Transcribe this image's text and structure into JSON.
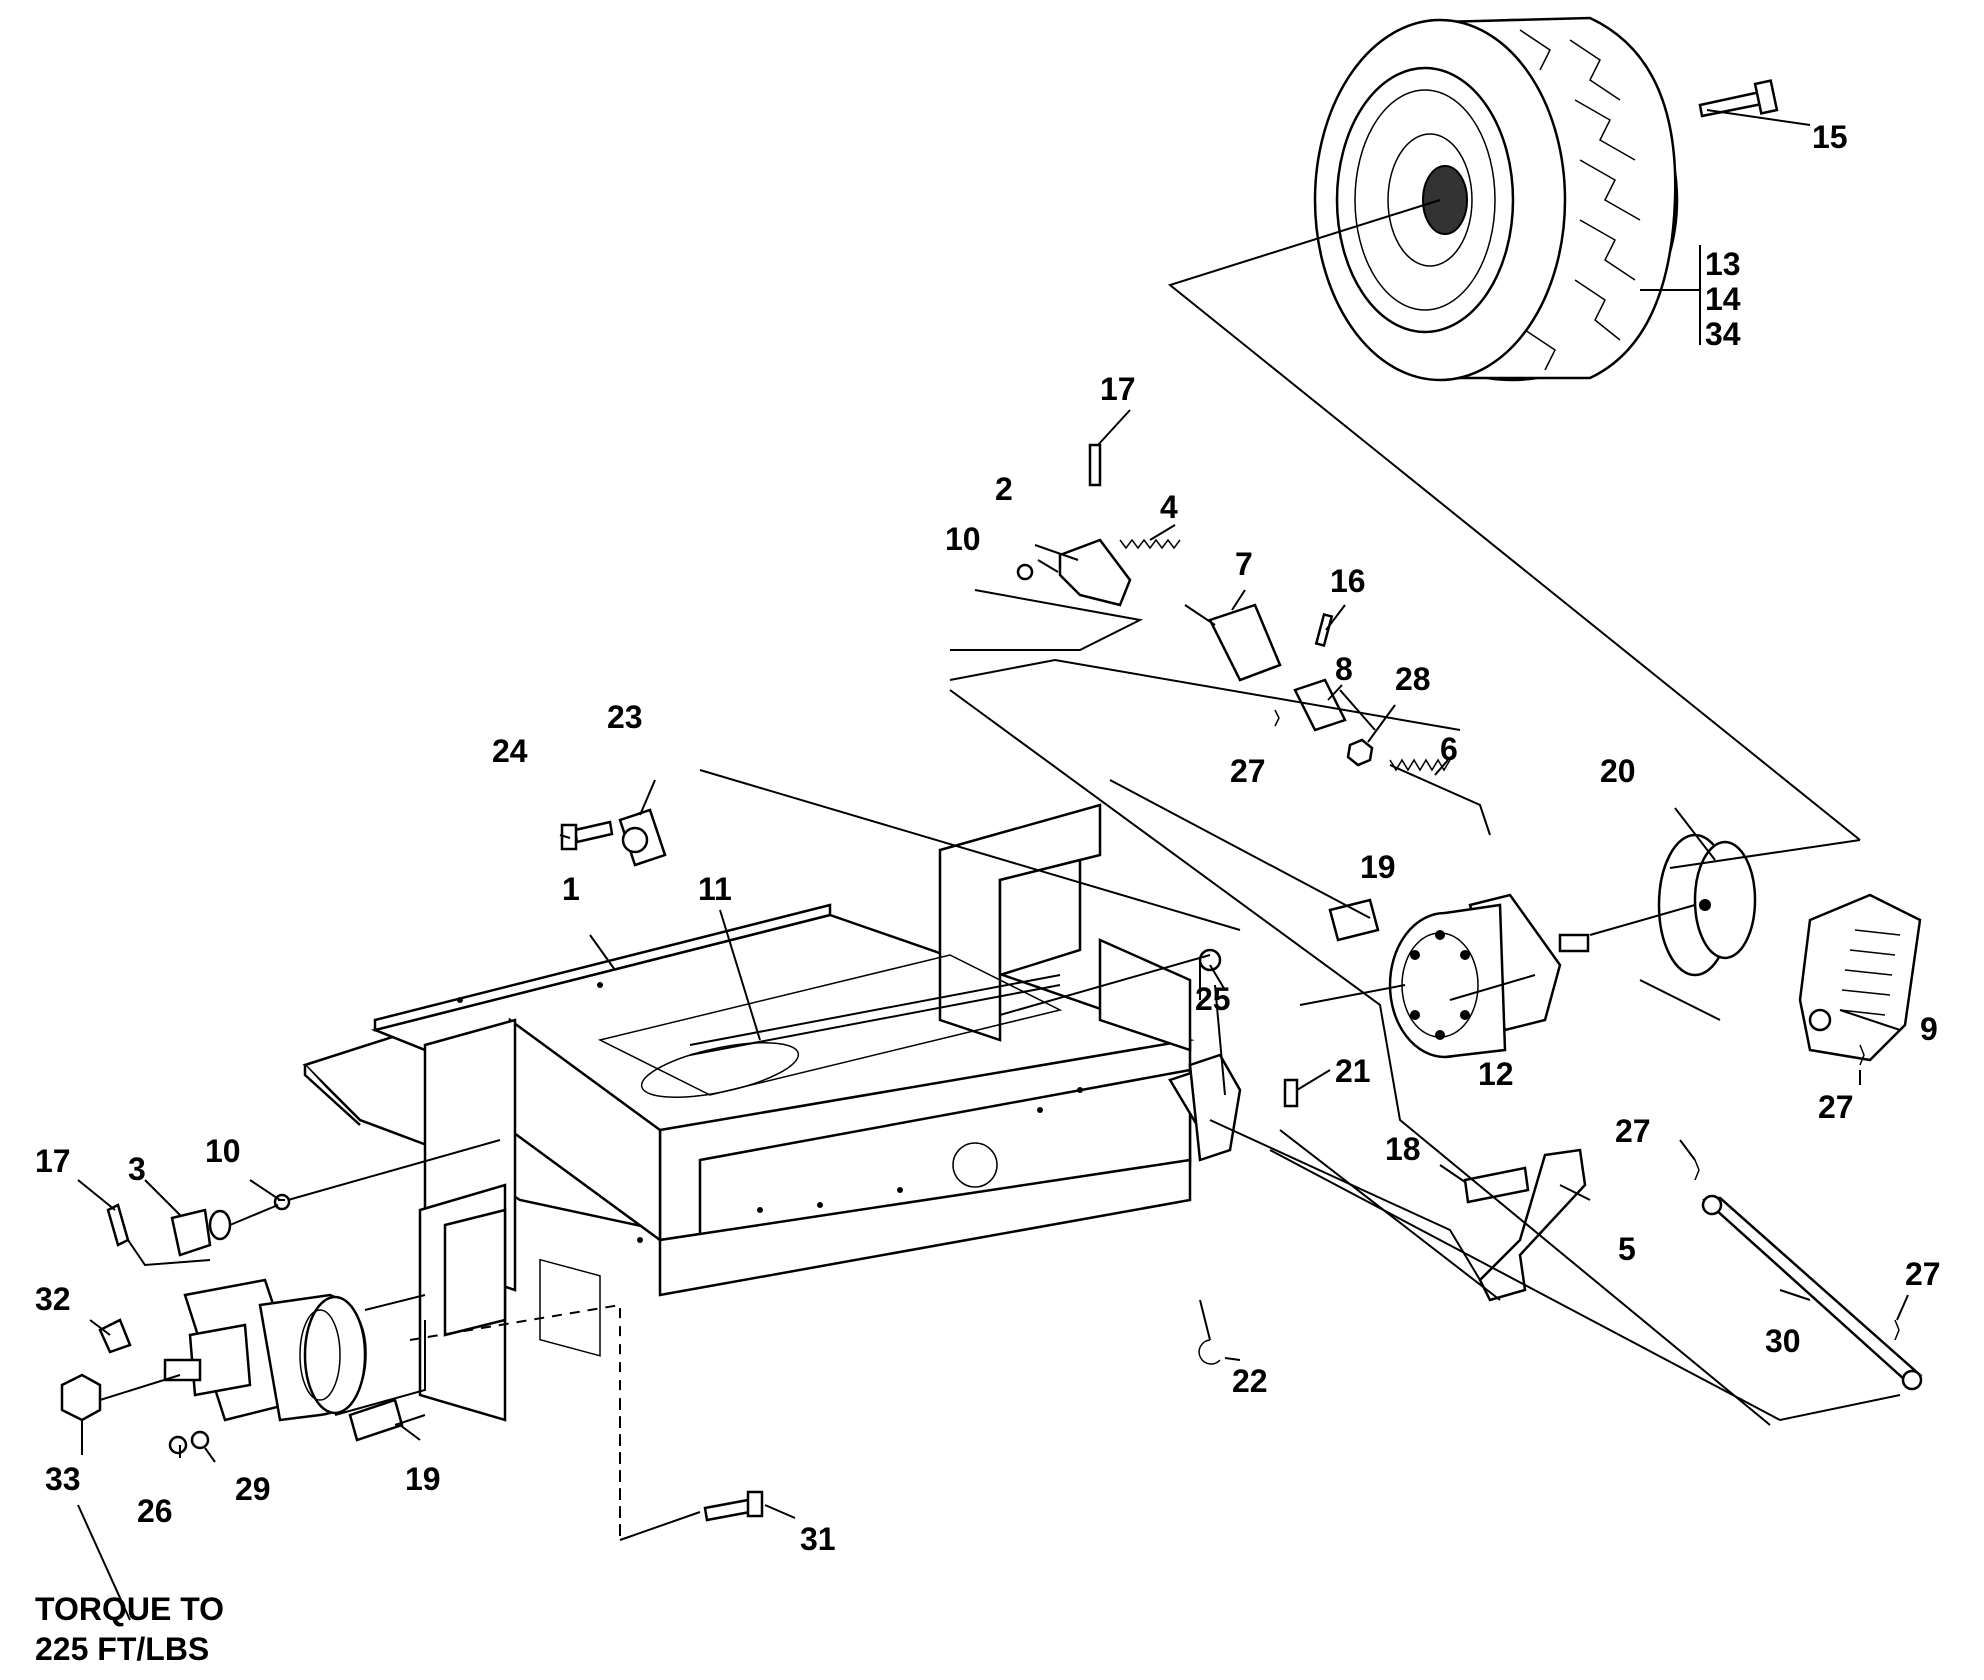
{
  "callouts": {
    "c1": "1",
    "c2": "2",
    "c3": "3",
    "c4": "4",
    "c5": "5",
    "c6": "6",
    "c7": "7",
    "c8": "8",
    "c9": "9",
    "c10a": "10",
    "c10b": "10",
    "c11": "11",
    "c12": "12",
    "c13": "13",
    "c14": "14",
    "c34": "34",
    "c15": "15",
    "c16": "16",
    "c17a": "17",
    "c17b": "17",
    "c18": "18",
    "c19a": "19",
    "c19b": "19",
    "c20": "20",
    "c21": "21",
    "c22": "22",
    "c23": "23",
    "c24": "24",
    "c25": "25",
    "c26": "26",
    "c27a": "27",
    "c27b": "27",
    "c27c": "27",
    "c27d": "27",
    "c28": "28",
    "c29": "29",
    "c30": "30",
    "c31": "31",
    "c32": "32",
    "c33": "33"
  },
  "note": {
    "line1": "TORQUE TO",
    "line2": "225 FT/LBS"
  }
}
